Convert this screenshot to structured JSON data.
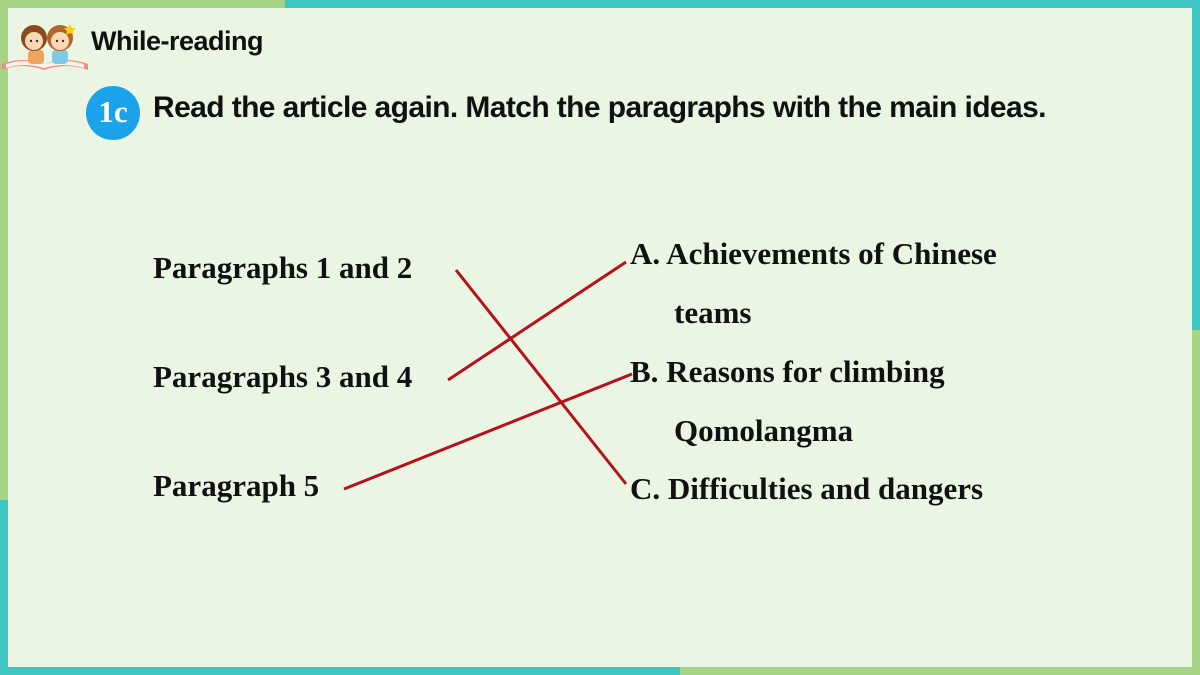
{
  "header": {
    "section_label": "While-reading"
  },
  "exercise": {
    "badge": "1c",
    "instruction": "Read the article again. Match the paragraphs with the main ideas."
  },
  "paragraphs": [
    "Paragraphs 1 and 2",
    "Paragraphs 3 and 4",
    "Paragraph 5"
  ],
  "ideas": {
    "a_line1": "A. Achievements of Chinese",
    "a_line2": "teams",
    "b_line1": "B. Reasons for climbing",
    "b_line2": "Qomolangma",
    "c_line1": "C. Difficulties and dangers"
  },
  "matches": [
    {
      "paragraph": "Paragraphs 1 and 2",
      "idea": "C"
    },
    {
      "paragraph": "Paragraphs 3 and 4",
      "idea": "A"
    },
    {
      "paragraph": "Paragraph 5",
      "idea": "B"
    }
  ],
  "colors": {
    "line": "#b5121b",
    "badge": "#1aa3e8",
    "panel": "#ebf5e4",
    "teal": "#3dc6c2",
    "green": "#a4d484"
  }
}
